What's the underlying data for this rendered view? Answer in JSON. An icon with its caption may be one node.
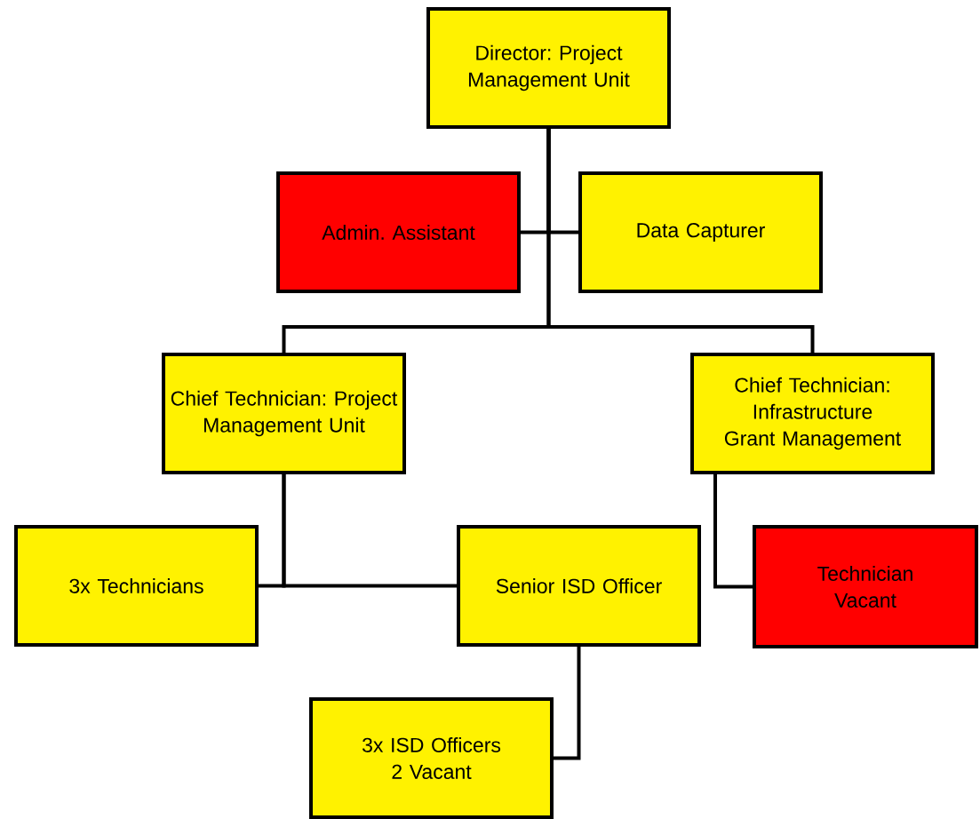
{
  "diagram": {
    "nodes": [
      {
        "text": [
          "Director:  Project Management Unit"
        ]
      },
      {
        "text": [
          "Admin. Assistant"
        ]
      },
      {
        "text": [
          "Data Capturer"
        ]
      },
      {
        "text": [
          "Chief Technician: Project Management Unit"
        ]
      },
      {
        "text": [
          "Chief Technician: Infrastructure Grant Management"
        ]
      },
      {
        "text": [
          "3x Technicians"
        ]
      },
      {
        "text": [
          "Senior ISD Officer"
        ]
      },
      {
        "text": [
          "Technician",
          "Vacant"
        ]
      },
      {
        "text": [
          "3x ISD Officers",
          "2 Vacant"
        ]
      }
    ],
    "edges": [
      {
        "from": 0,
        "to": 1,
        "arrow": "none"
      },
      {
        "from": 0,
        "to": 2,
        "arrow": "none"
      },
      {
        "from": 0,
        "to": 3,
        "arrow": "none"
      },
      {
        "from": 0,
        "to": 4,
        "arrow": "none"
      },
      {
        "from": 3,
        "to": 5,
        "arrow": "none"
      },
      {
        "from": 3,
        "to": 6,
        "arrow": "none"
      },
      {
        "from": 4,
        "to": 7,
        "arrow": "none"
      },
      {
        "from": 6,
        "to": 8,
        "arrow": "none"
      }
    ]
  }
}
